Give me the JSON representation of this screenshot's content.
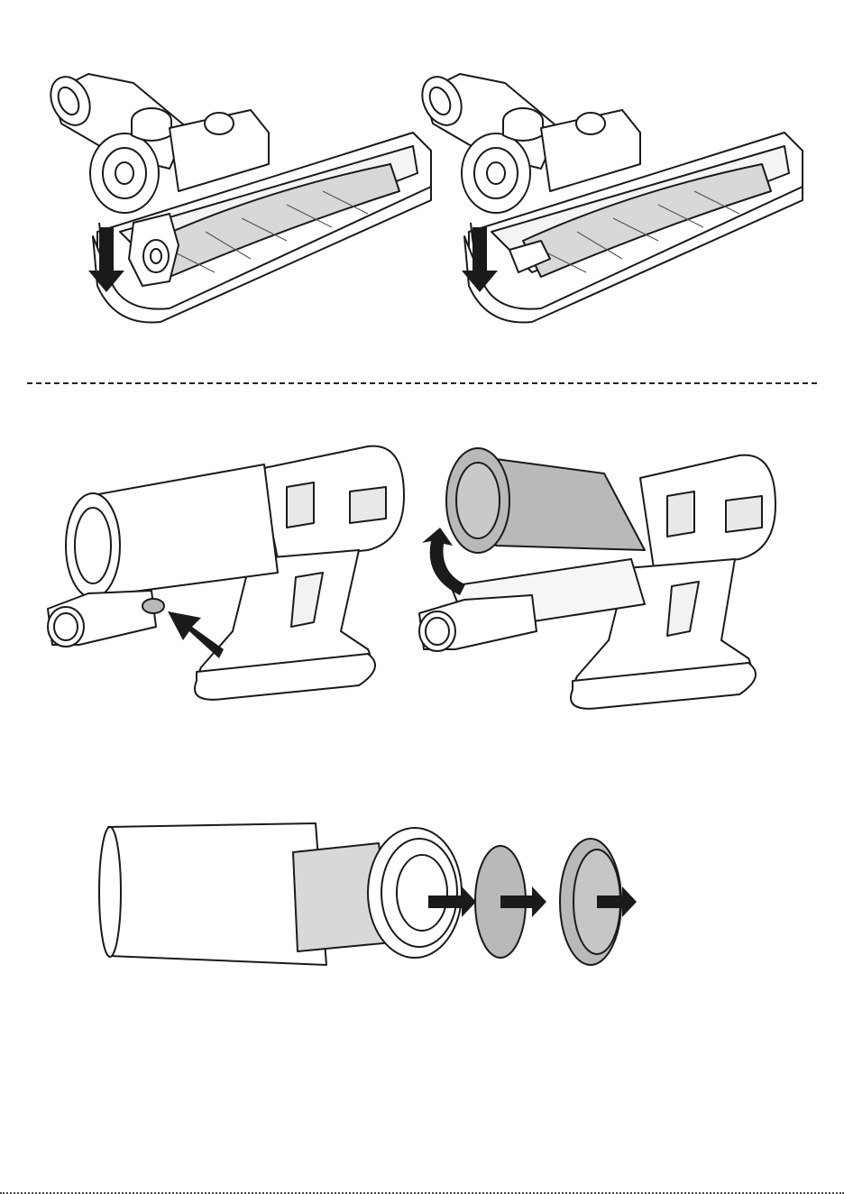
{
  "page": {
    "colors": {
      "line": "#1a1a1a",
      "fill_light": "#ffffff",
      "fill_grey": "#b9b9b9",
      "fill_mid": "#d8d8d8",
      "arrow": "#1a1a1a"
    },
    "figures": [
      {
        "id": "brush-head-insert",
        "icon": "floor-brush-with-end-cap-open"
      },
      {
        "id": "brush-head-locked",
        "icon": "floor-brush-with-end-cap-closed"
      },
      {
        "id": "handheld-release-button",
        "icon": "handheld-vacuum-press-release"
      },
      {
        "id": "handheld-remove-bin",
        "icon": "handheld-vacuum-lift-dust-bin"
      },
      {
        "id": "filter-disassembly",
        "icon": "dust-bin-cyclone-filters-exploded"
      }
    ]
  }
}
